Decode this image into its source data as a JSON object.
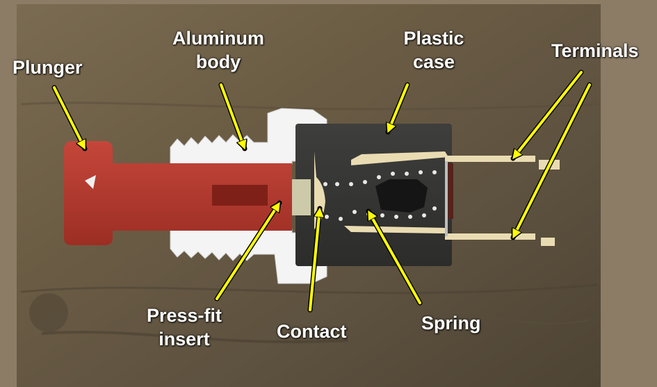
{
  "labels": {
    "plunger": "Plunger",
    "aluminum_body_line1": "Aluminum",
    "aluminum_body_line2": "body",
    "plastic_case_line1": "Plastic",
    "plastic_case_line2": "case",
    "terminals": "Terminals",
    "press_fit_line1": "Press-fit",
    "press_fit_line2": "insert",
    "contact": "Contact",
    "spring": "Spring"
  },
  "colors": {
    "outer_frame": "#8c7c65",
    "wood_background": "#6f6148",
    "plunger_red": "#b83a2e",
    "aluminum_white": "#f4f4f4",
    "plastic_case_dark": "#353533",
    "terminal_cream": "#eadcb2",
    "arrow_yellow": "#ffff00",
    "label_text": "#ffffff"
  }
}
